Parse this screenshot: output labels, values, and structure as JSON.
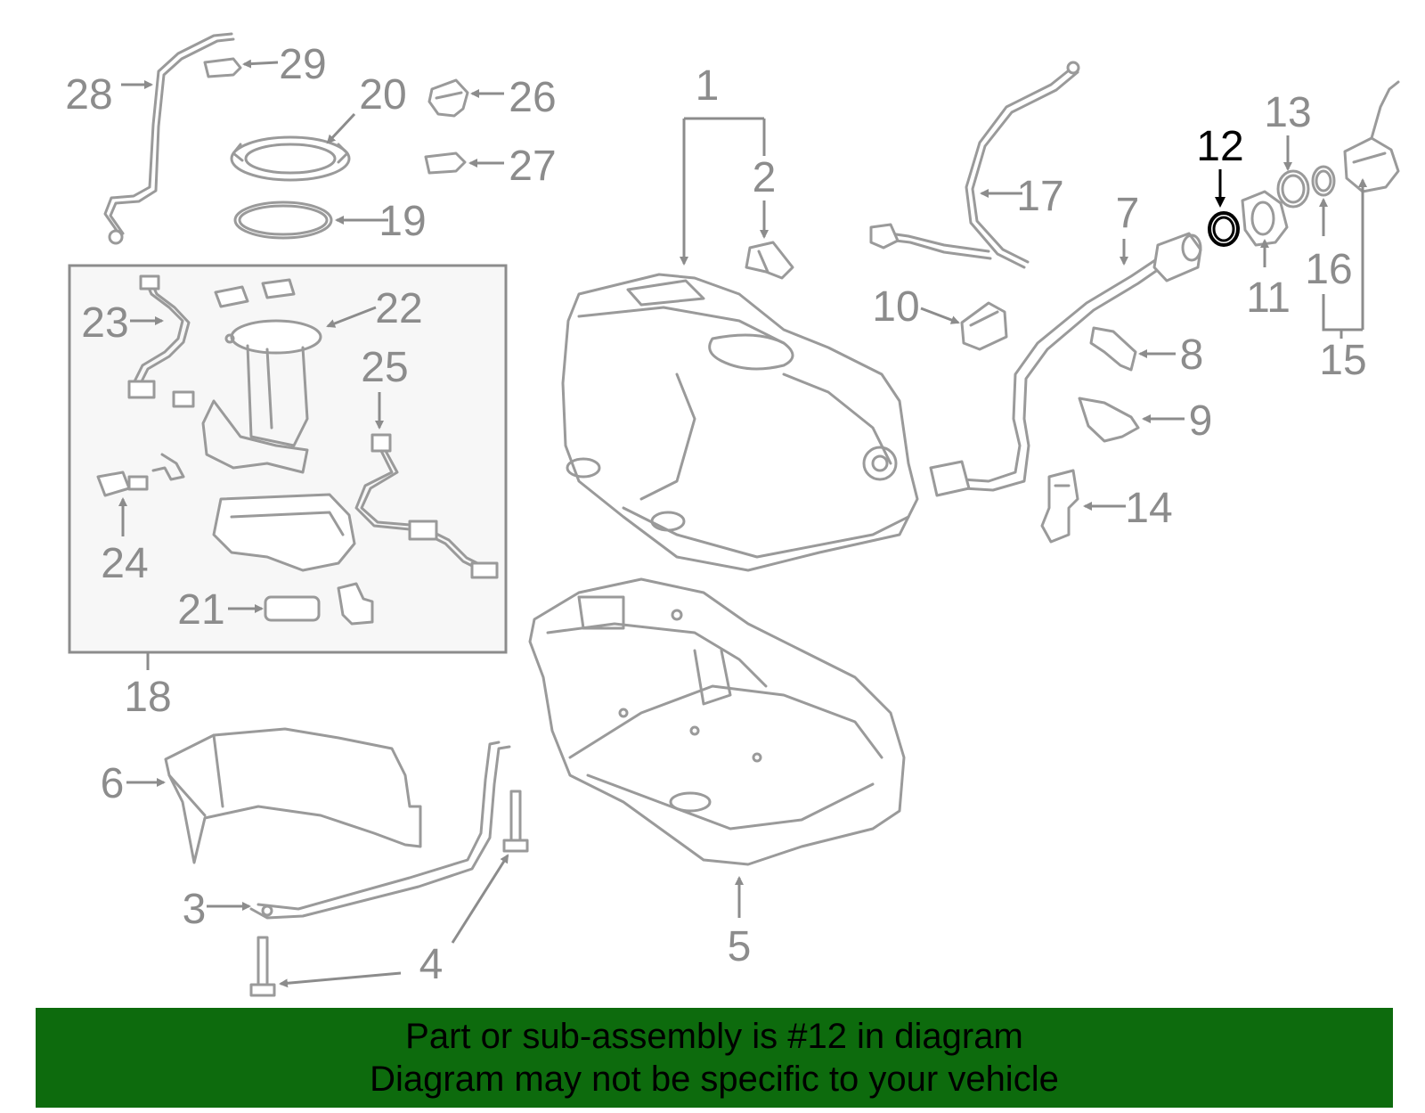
{
  "colors": {
    "part_stroke": "#9a9a9a",
    "callout_text": "#8c8c8c",
    "highlight": "#000000",
    "banner_bg": "#0d6b0d",
    "inset_bg": "#f7f7f7",
    "inset_border": "#8c8c8c"
  },
  "highlighted_part": "12",
  "callouts": {
    "c1": "1",
    "c2": "2",
    "c3": "3",
    "c4": "4",
    "c5": "5",
    "c6": "6",
    "c7": "7",
    "c8": "8",
    "c9": "9",
    "c10": "10",
    "c11": "11",
    "c12": "12",
    "c13": "13",
    "c14": "14",
    "c15": "15",
    "c16": "16",
    "c17": "17",
    "c18": "18",
    "c19": "19",
    "c20": "20",
    "c21": "21",
    "c22": "22",
    "c23": "23",
    "c24": "24",
    "c25": "25",
    "c26": "26",
    "c27": "27",
    "c28": "28",
    "c29": "29"
  },
  "banner": {
    "line1": "Part or sub-assembly is #12 in diagram",
    "line2": "Diagram may not be specific to your vehicle"
  }
}
